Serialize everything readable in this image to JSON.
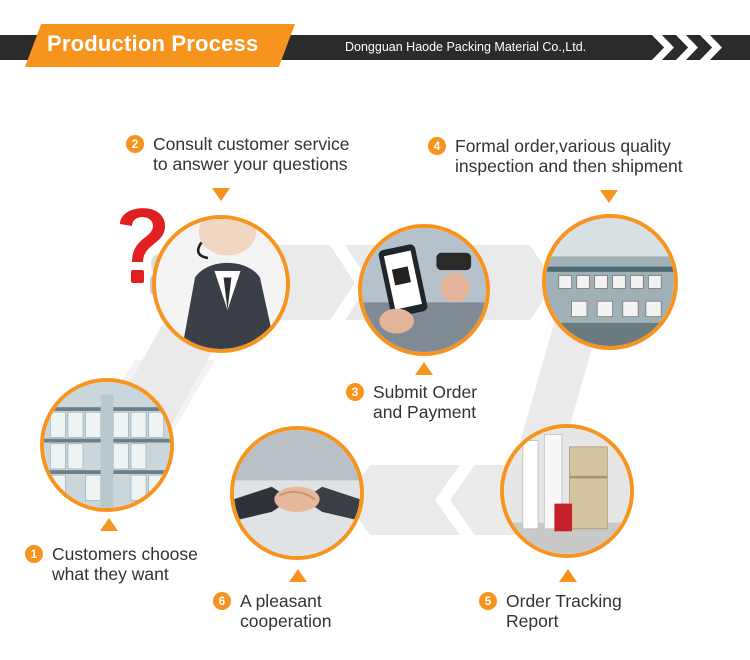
{
  "header": {
    "title": "Production Process",
    "company": "Dongguan Haode Packing Material Co.,Ltd."
  },
  "steps": [
    {
      "num": "1",
      "line1": "Customers choose",
      "line2": "what they want"
    },
    {
      "num": "2",
      "line1": "Consult customer service",
      "line2": "to answer your questions"
    },
    {
      "num": "3",
      "line1": "Submit Order",
      "line2": "and Payment"
    },
    {
      "num": "4",
      "line1": "Formal order,various quality",
      "line2": "inspection and then shipment"
    },
    {
      "num": "5",
      "line1": "Order Tracking",
      "line2": "Report"
    },
    {
      "num": "6",
      "line1": "A pleasant",
      "line2": "cooperation"
    }
  ],
  "colors": {
    "accent": "#f7941d",
    "bar": "#2b2b2b",
    "path": "#e8e8e8"
  }
}
